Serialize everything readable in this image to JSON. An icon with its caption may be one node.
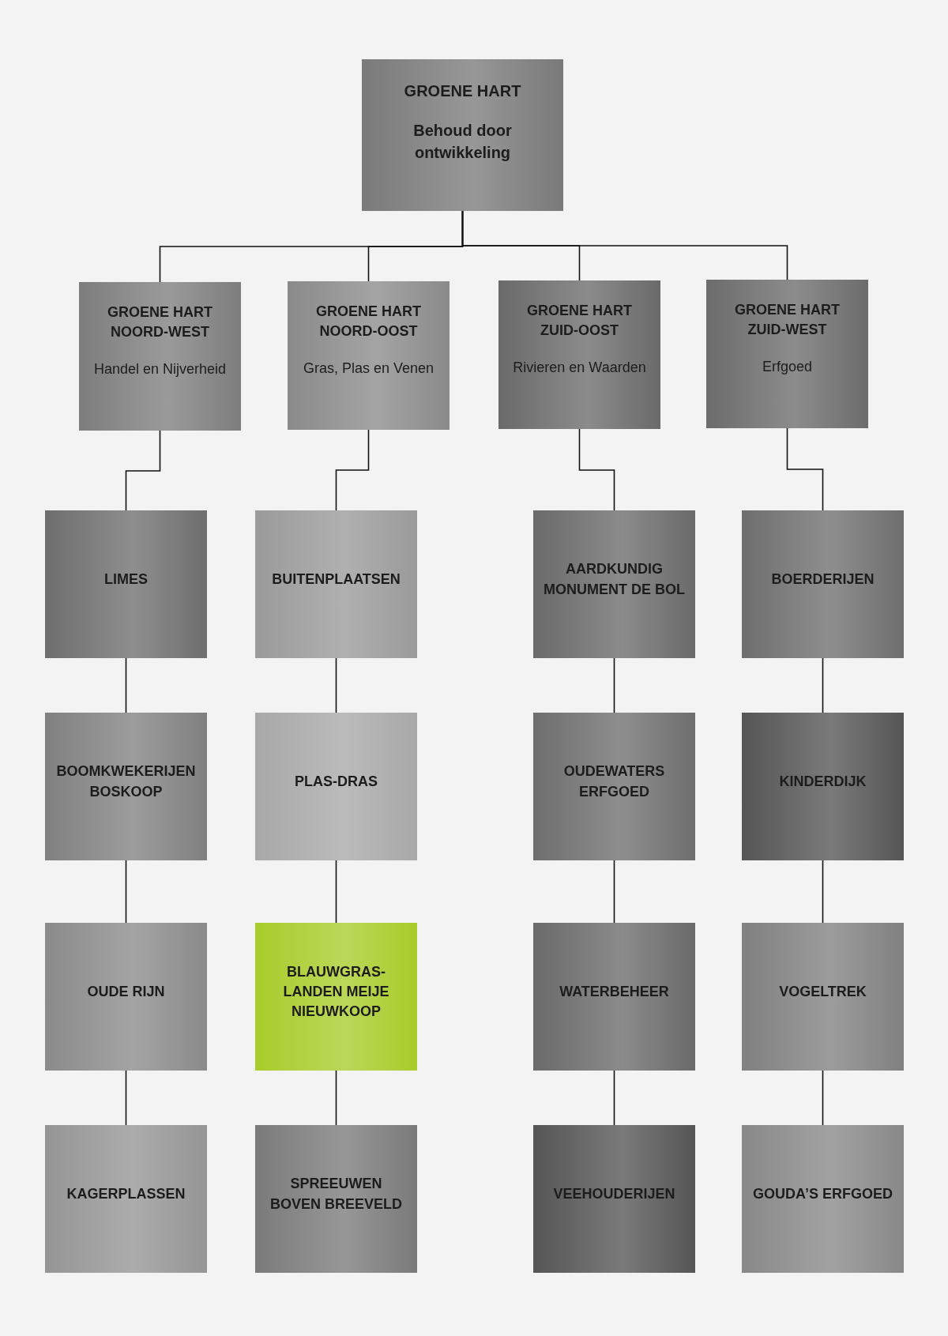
{
  "diagram": {
    "nodes": [
      {
        "text": [
          "GROENE HART",
          "Behoud door ontwikkeling"
        ]
      },
      {
        "text": [
          "GROENE HART NOORD-WEST",
          "Handel en Nijverheid"
        ]
      },
      {
        "text": [
          "GROENE HART NOORD-OOST",
          "Gras, Plas en Venen"
        ]
      },
      {
        "text": [
          "GROENE HART ZUID-OOST",
          "Rivieren en Waarden"
        ]
      },
      {
        "text": [
          "GROENE HART ZUID-WEST",
          "Erfgoed"
        ]
      },
      {
        "text": [
          "LIMES"
        ]
      },
      {
        "text": [
          "BUITENPLAATSEN"
        ]
      },
      {
        "text": [
          "AARDKUNDIG MONUMENT DE BOL"
        ]
      },
      {
        "text": [
          "BOERDERIJEN"
        ]
      },
      {
        "text": [
          "BOOMKWEKERIJEN BOSKOOP"
        ]
      },
      {
        "text": [
          "PLAS-DRAS"
        ]
      },
      {
        "text": [
          "OUDEWATERS ERFGOED"
        ]
      },
      {
        "text": [
          "KINDERDIJK"
        ]
      },
      {
        "text": [
          "OUDE RIJN"
        ]
      },
      {
        "text": [
          "BLAUWGRAS- LANDEN MEIJE NIEUWKOOP"
        ]
      },
      {
        "text": [
          "WATERBEHEER"
        ]
      },
      {
        "text": [
          "VOGELTREK"
        ]
      },
      {
        "text": [
          "KAGERPLASSEN"
        ]
      },
      {
        "text": [
          "SPREEUWEN BOVEN BREEVELD"
        ]
      },
      {
        "text": [
          "VEEHOUDERIJEN"
        ]
      },
      {
        "text": [
          "GOUDA’S ERFGOED"
        ]
      }
    ],
    "edges": [
      {
        "from": 0,
        "to": 1,
        "arrow": "none"
      },
      {
        "from": 0,
        "to": 2,
        "arrow": "none"
      },
      {
        "from": 0,
        "to": 3,
        "arrow": "none"
      },
      {
        "from": 0,
        "to": 4,
        "arrow": "none"
      },
      {
        "from": 1,
        "to": 5,
        "arrow": "none"
      },
      {
        "from": 2,
        "to": 6,
        "arrow": "none"
      },
      {
        "from": 3,
        "to": 7,
        "arrow": "none"
      },
      {
        "from": 4,
        "to": 8,
        "arrow": "none"
      },
      {
        "from": 5,
        "to": 9,
        "arrow": "none"
      },
      {
        "from": 6,
        "to": 10,
        "arrow": "none"
      },
      {
        "from": 7,
        "to": 11,
        "arrow": "none"
      },
      {
        "from": 8,
        "to": 12,
        "arrow": "none"
      },
      {
        "from": 9,
        "to": 13,
        "arrow": "none"
      },
      {
        "from": 10,
        "to": 14,
        "arrow": "none"
      },
      {
        "from": 11,
        "to": 15,
        "arrow": "none"
      },
      {
        "from": 12,
        "to": 16,
        "arrow": "none"
      },
      {
        "from": 13,
        "to": 17,
        "arrow": "none"
      },
      {
        "from": 14,
        "to": 18,
        "arrow": "none"
      },
      {
        "from": 15,
        "to": 19,
        "arrow": "none"
      },
      {
        "from": 16,
        "to": 20,
        "arrow": "none"
      }
    ]
  }
}
